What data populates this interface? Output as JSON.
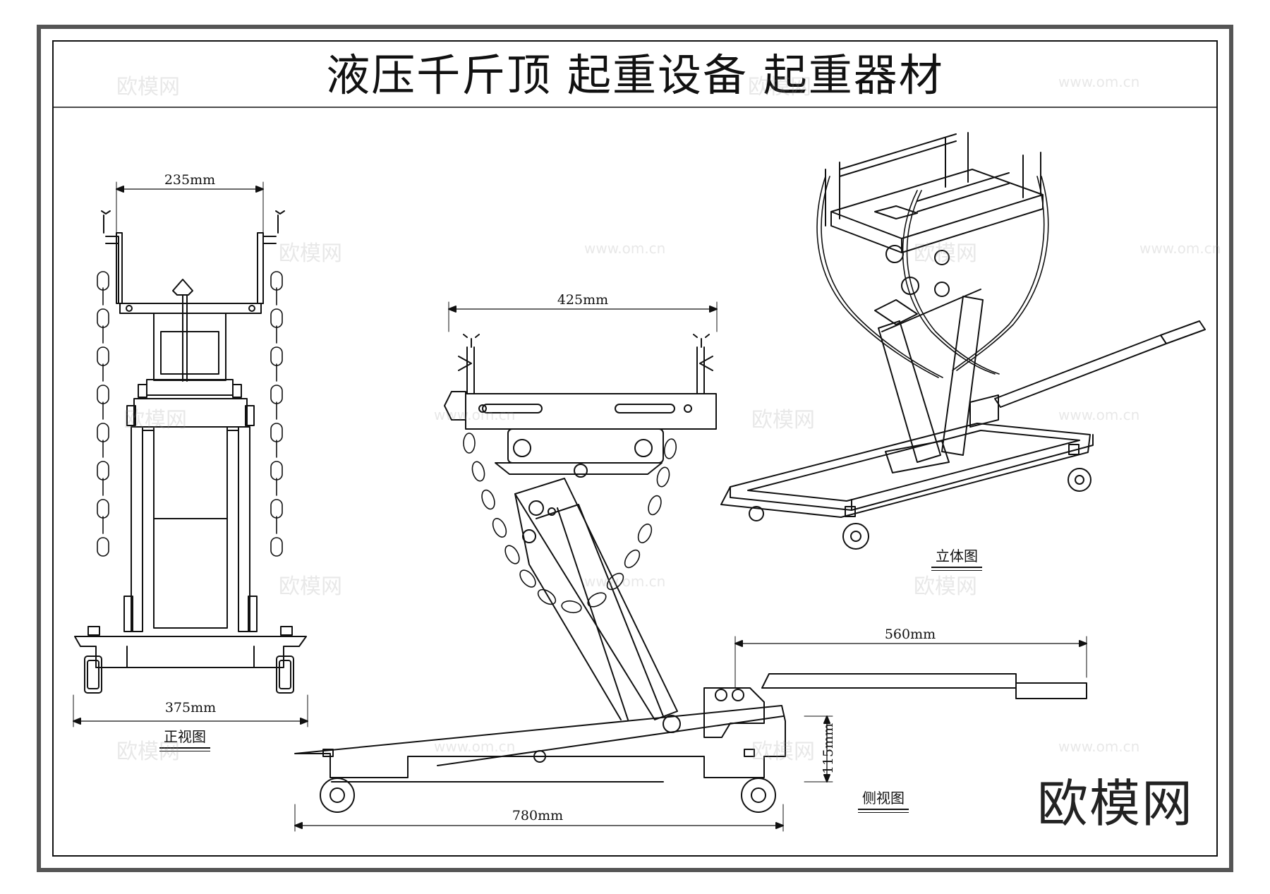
{
  "title": "液压千斤顶  起重设备  起重器材",
  "views": {
    "front": {
      "label": "正视图",
      "dim_top": "235mm",
      "dim_bottom": "375mm"
    },
    "side": {
      "label": "侧视图",
      "dim_top": "425mm",
      "dim_handle": "560mm",
      "dim_height": "115mm",
      "dim_length": "780mm"
    },
    "iso": {
      "label": "立体图"
    }
  },
  "brand": "欧模网",
  "watermark": {
    "text": "欧模网",
    "url": "www.om.cn"
  },
  "colors": {
    "line": "#111111",
    "frame": "#555555",
    "background": "#ffffff"
  }
}
